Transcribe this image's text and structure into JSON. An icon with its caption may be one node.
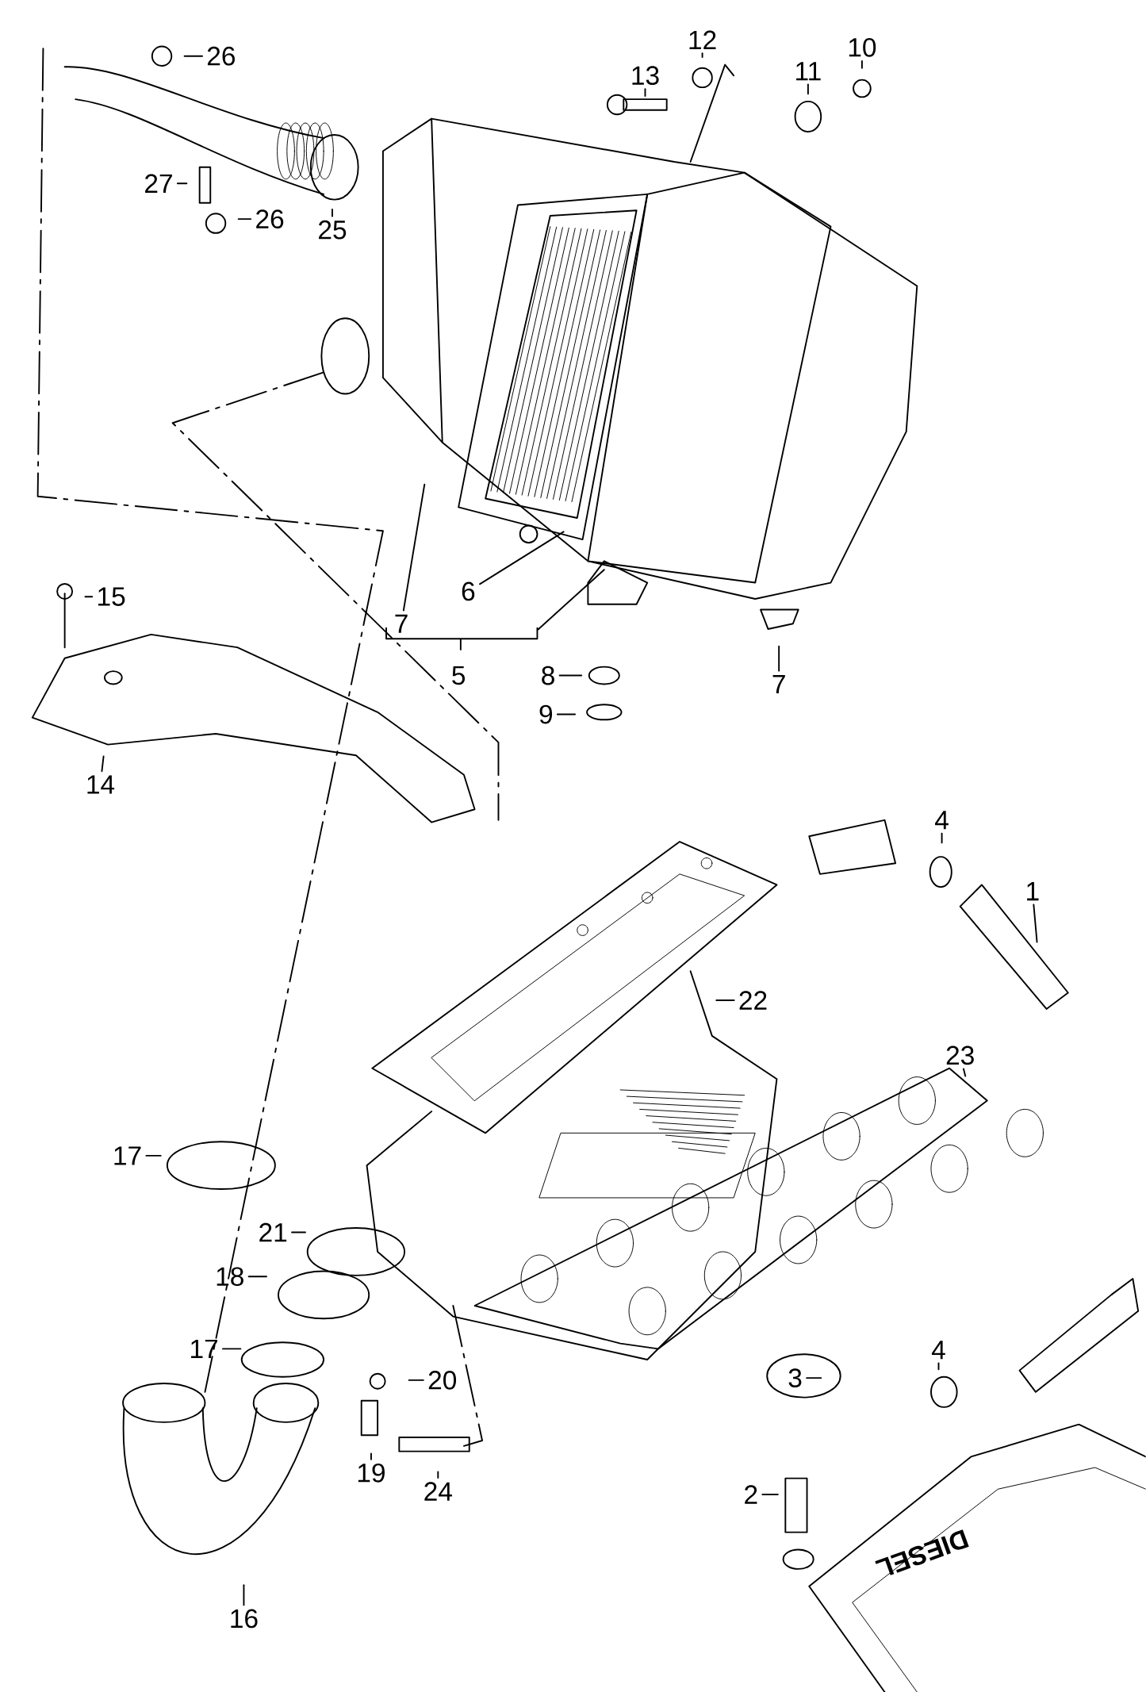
{
  "diagram": {
    "nodes": [
      {
        "text": [
          "26"
        ]
      },
      {
        "text": [
          "12"
        ]
      },
      {
        "text": [
          "10"
        ]
      },
      {
        "text": [
          "11"
        ]
      },
      {
        "text": [
          "13"
        ]
      },
      {
        "text": [
          "27"
        ]
      },
      {
        "text": [
          "26"
        ]
      },
      {
        "text": [
          "25"
        ]
      },
      {
        "text": [
          "6"
        ]
      },
      {
        "text": [
          "15"
        ]
      },
      {
        "text": [
          "7"
        ]
      },
      {
        "text": [
          "8"
        ]
      },
      {
        "text": [
          "7"
        ]
      },
      {
        "text": [
          "9"
        ]
      },
      {
        "text": [
          "14"
        ]
      },
      {
        "text": [
          "4"
        ]
      },
      {
        "text": [
          "1"
        ]
      },
      {
        "text": [
          "22"
        ]
      },
      {
        "text": [
          "23"
        ]
      },
      {
        "text": [
          "17"
        ]
      },
      {
        "text": [
          "21"
        ]
      },
      {
        "text": [
          "18"
        ]
      },
      {
        "text": [
          "17"
        ]
      },
      {
        "text": [
          "4"
        ]
      },
      {
        "text": [
          "3"
        ]
      },
      {
        "text": [
          "20"
        ]
      },
      {
        "text": [
          "19"
        ]
      },
      {
        "text": [
          "24"
        ]
      },
      {
        "text": [
          "2"
        ]
      },
      {
        "text": [
          "16"
        ]
      }
    ],
    "edges": [
      {
        "from": 0,
        "to": null,
        "arrow": "none"
      },
      {
        "from": 1,
        "to": null,
        "arrow": "none"
      },
      {
        "from": 2,
        "to": null,
        "arrow": "none"
      },
      {
        "from": 3,
        "to": null,
        "arrow": "none"
      },
      {
        "from": 4,
        "to": null,
        "arrow": "none"
      },
      {
        "from": 5,
        "to": null,
        "arrow": "none"
      },
      {
        "from": 6,
        "to": null,
        "arrow": "none"
      },
      {
        "from": 7,
        "to": null,
        "arrow": "none"
      },
      {
        "from": 8,
        "to": null,
        "arrow": "none"
      },
      {
        "from": 9,
        "to": null,
        "arrow": "none"
      },
      {
        "from": 10,
        "to": null,
        "arrow": "none"
      },
      {
        "from": 11,
        "to": null,
        "arrow": "none"
      },
      {
        "from": 12,
        "to": null,
        "arrow": "none"
      },
      {
        "from": 13,
        "to": null,
        "arrow": "none"
      },
      {
        "from": 14,
        "to": null,
        "arrow": "none"
      },
      {
        "from": 15,
        "to": null,
        "arrow": "none"
      },
      {
        "from": 16,
        "to": null,
        "arrow": "none"
      },
      {
        "from": 17,
        "to": null,
        "arrow": "none"
      },
      {
        "from": 18,
        "to": null,
        "arrow": "none"
      },
      {
        "from": 19,
        "to": null,
        "arrow": "none"
      },
      {
        "from": 20,
        "to": null,
        "arrow": "none"
      },
      {
        "from": 21,
        "to": null,
        "arrow": "none"
      },
      {
        "from": 22,
        "to": null,
        "arrow": "none"
      },
      {
        "from": 23,
        "to": null,
        "arrow": "none"
      },
      {
        "from": 24,
        "to": null,
        "arrow": "none"
      },
      {
        "from": 25,
        "to": null,
        "arrow": "none"
      },
      {
        "from": 26,
        "to": null,
        "arrow": "none"
      },
      {
        "from": 27,
        "to": null,
        "arrow": "none"
      },
      {
        "from": 28,
        "to": null,
        "arrow": "none"
      },
      {
        "from": 29,
        "to": null,
        "arrow": "none"
      }
    ],
    "labels": [
      "5",
      "DIESEL"
    ]
  }
}
